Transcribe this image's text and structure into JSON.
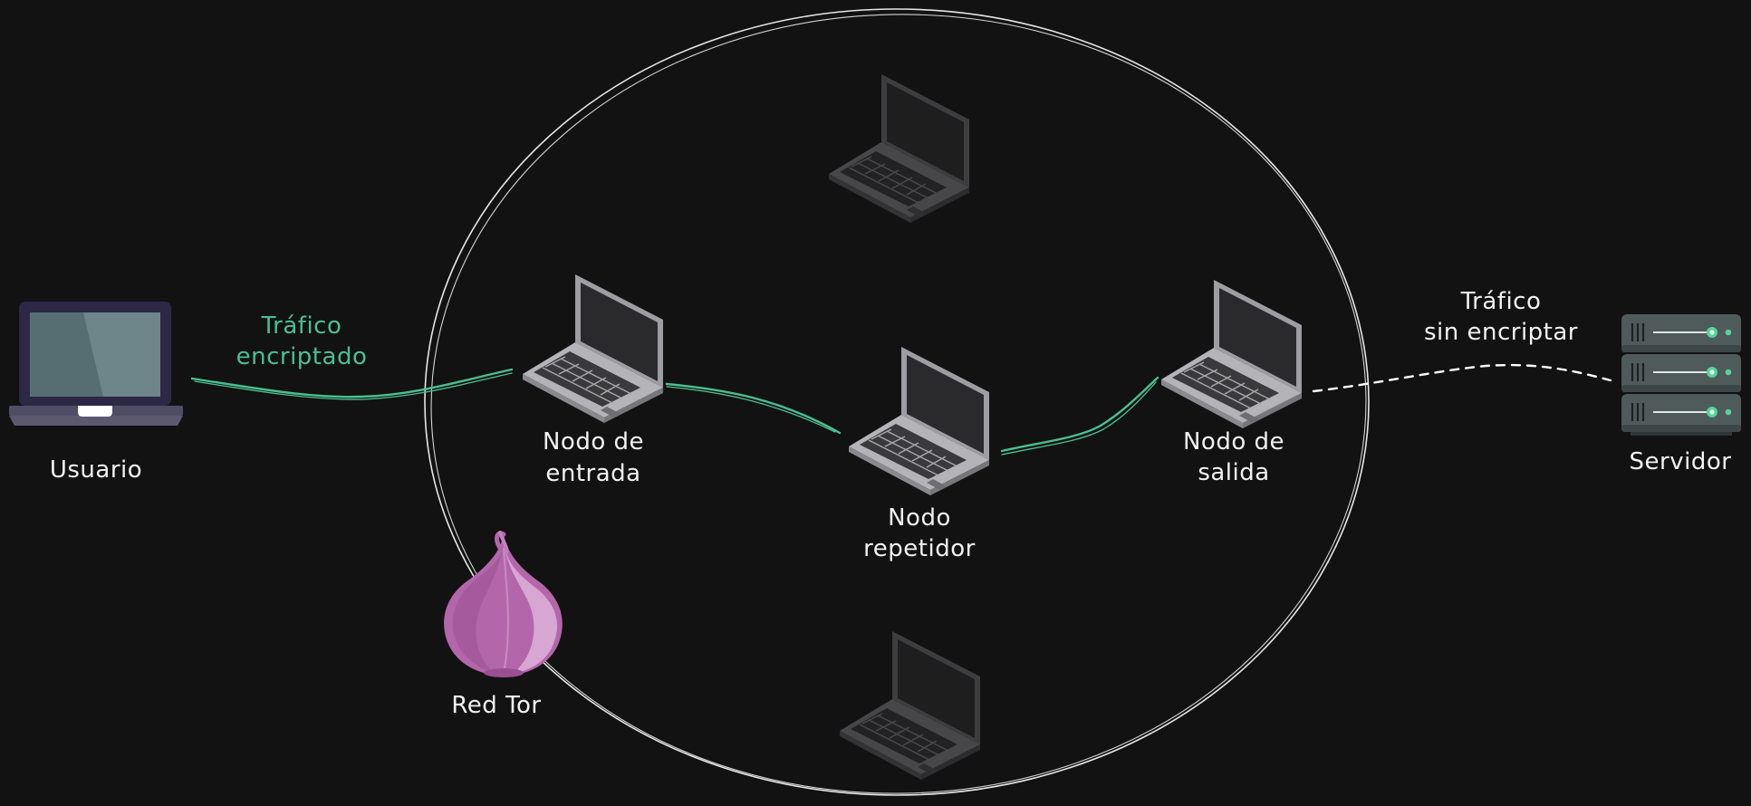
{
  "labels": {
    "usuario": "Usuario",
    "entrada_1": "Nodo de",
    "entrada_2": "entrada",
    "repetidor_1": "Nodo",
    "repetidor_2": "repetidor",
    "salida_1": "Nodo de",
    "salida_2": "salida",
    "servidor": "Servidor",
    "red_tor": "Red Tor",
    "trafico_enc_1": "Tráfico",
    "trafico_enc_2": "encriptado",
    "trafico_sin_1": "Tráfico",
    "trafico_sin_2": "sin encriptar"
  },
  "colors": {
    "background": "#121212",
    "encrypted_link": "#4bbf92",
    "plain_link": "#ffffff",
    "onion": "#c57fbf",
    "server_led": "#56d39a",
    "laptop_active": "#a3a3a8",
    "laptop_idle": "#3d3d3f"
  },
  "icons": {
    "user": "laptop-icon",
    "relay": "laptop-icon",
    "server": "server-icon",
    "tor": "onion-icon"
  }
}
